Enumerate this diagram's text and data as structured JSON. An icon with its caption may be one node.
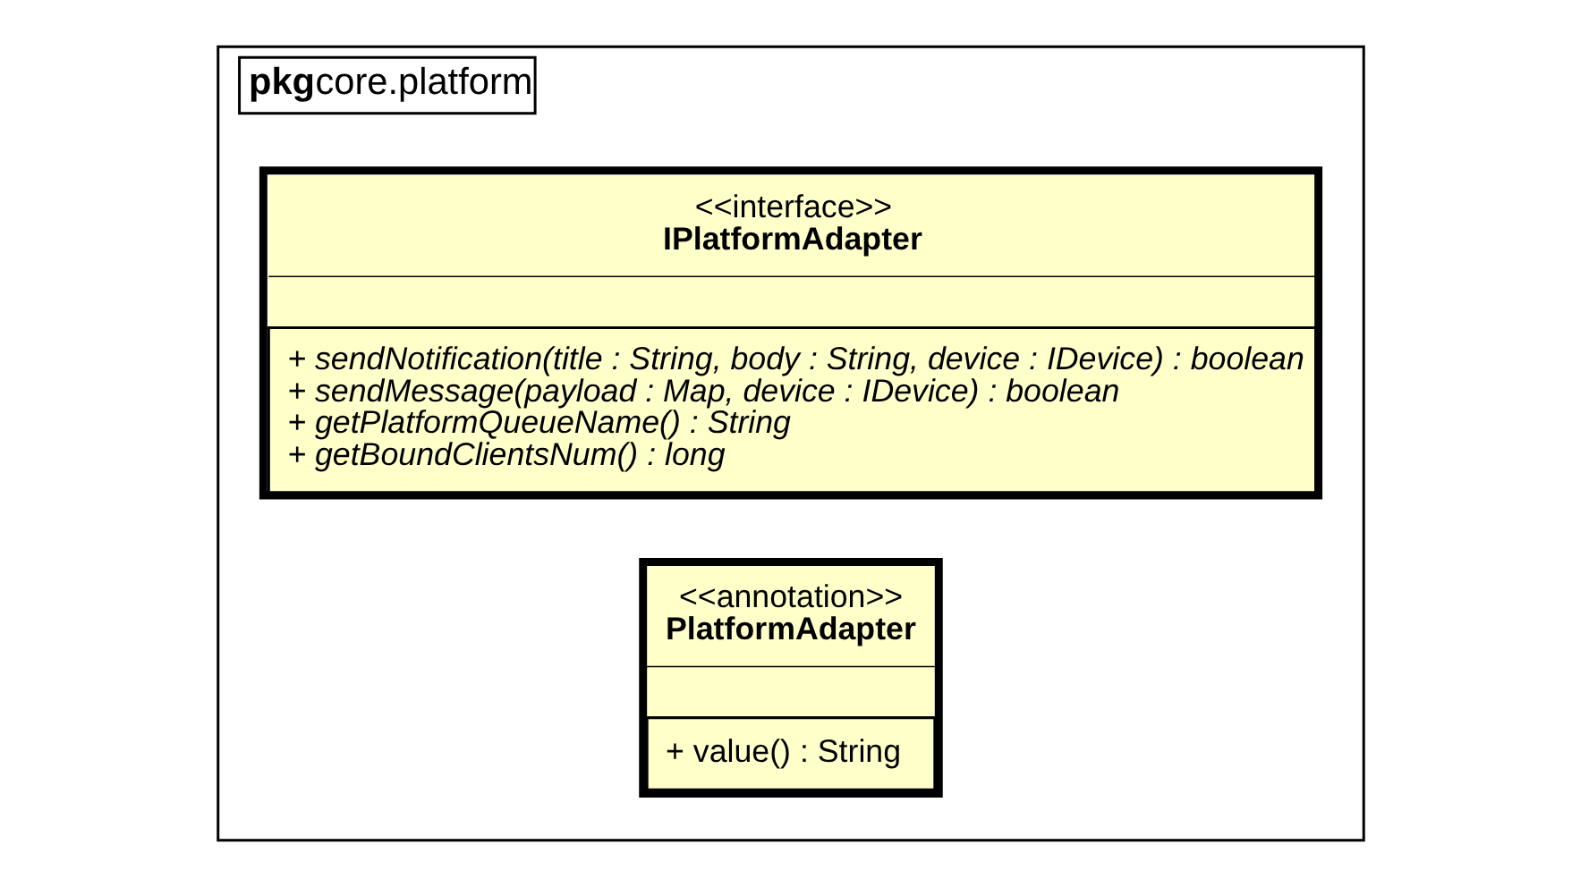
{
  "diagram": {
    "nodes": [
      {
        "text": [
          "pkg",
          "core.platform"
        ]
      },
      {
        "text": [
          "<<interface>>",
          "IPlatformAdapter",
          "+ sendNotification(title : String, body : String, device : IDevice) : boolean",
          "+ sendMessage(payload : Map, device : IDevice) : boolean",
          "+ getPlatformQueueName() : String",
          "+ getBoundClientsNum() : long"
        ],
        "in": 0
      },
      {
        "text": [
          "<<annotation>>",
          "PlatformAdapter",
          "+ value() : String"
        ],
        "in": 0
      }
    ],
    "edges": []
  }
}
